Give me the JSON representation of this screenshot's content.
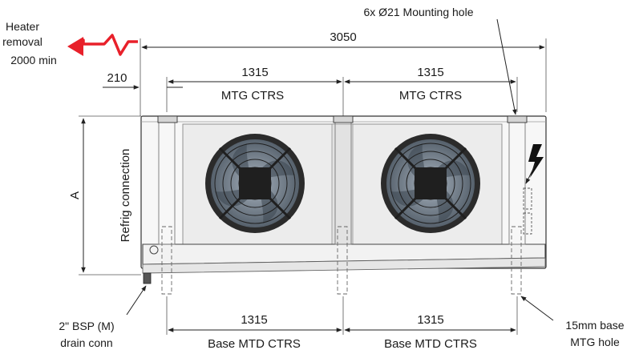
{
  "labels": {
    "heater_line1": "Heater",
    "heater_line2": "removal",
    "heater_line3": "2000 min",
    "overall_length": "3050",
    "offset": "210",
    "top_spacing_1": "1315",
    "top_caption_1": "MTG CTRS",
    "top_spacing_2": "1315",
    "top_caption_2": "MTG CTRS",
    "mounting_hole": "6x Ø21 Mounting hole",
    "height_dim": "A",
    "refrig": "Refrig connection",
    "bottom_spacing_1": "1315",
    "bottom_caption_1": "Base MTD CTRS",
    "bottom_spacing_2": "1315",
    "bottom_caption_2": "Base MTD CTRS",
    "drain_line1": "2\" BSP (M)",
    "drain_line2": "drain conn",
    "base_line1": "15mm base",
    "base_line2": "MTG hole"
  },
  "colors": {
    "heater_arrow": "#e8202a",
    "fan_dark": "#2b2b2b",
    "fan_blade": "#6f7a86",
    "electrical_symbol": "#111111"
  },
  "icons": {
    "heater": "heater-removal-arrow-icon",
    "electrical": "lightning-bolt-icon",
    "fan": "fan-icon"
  }
}
